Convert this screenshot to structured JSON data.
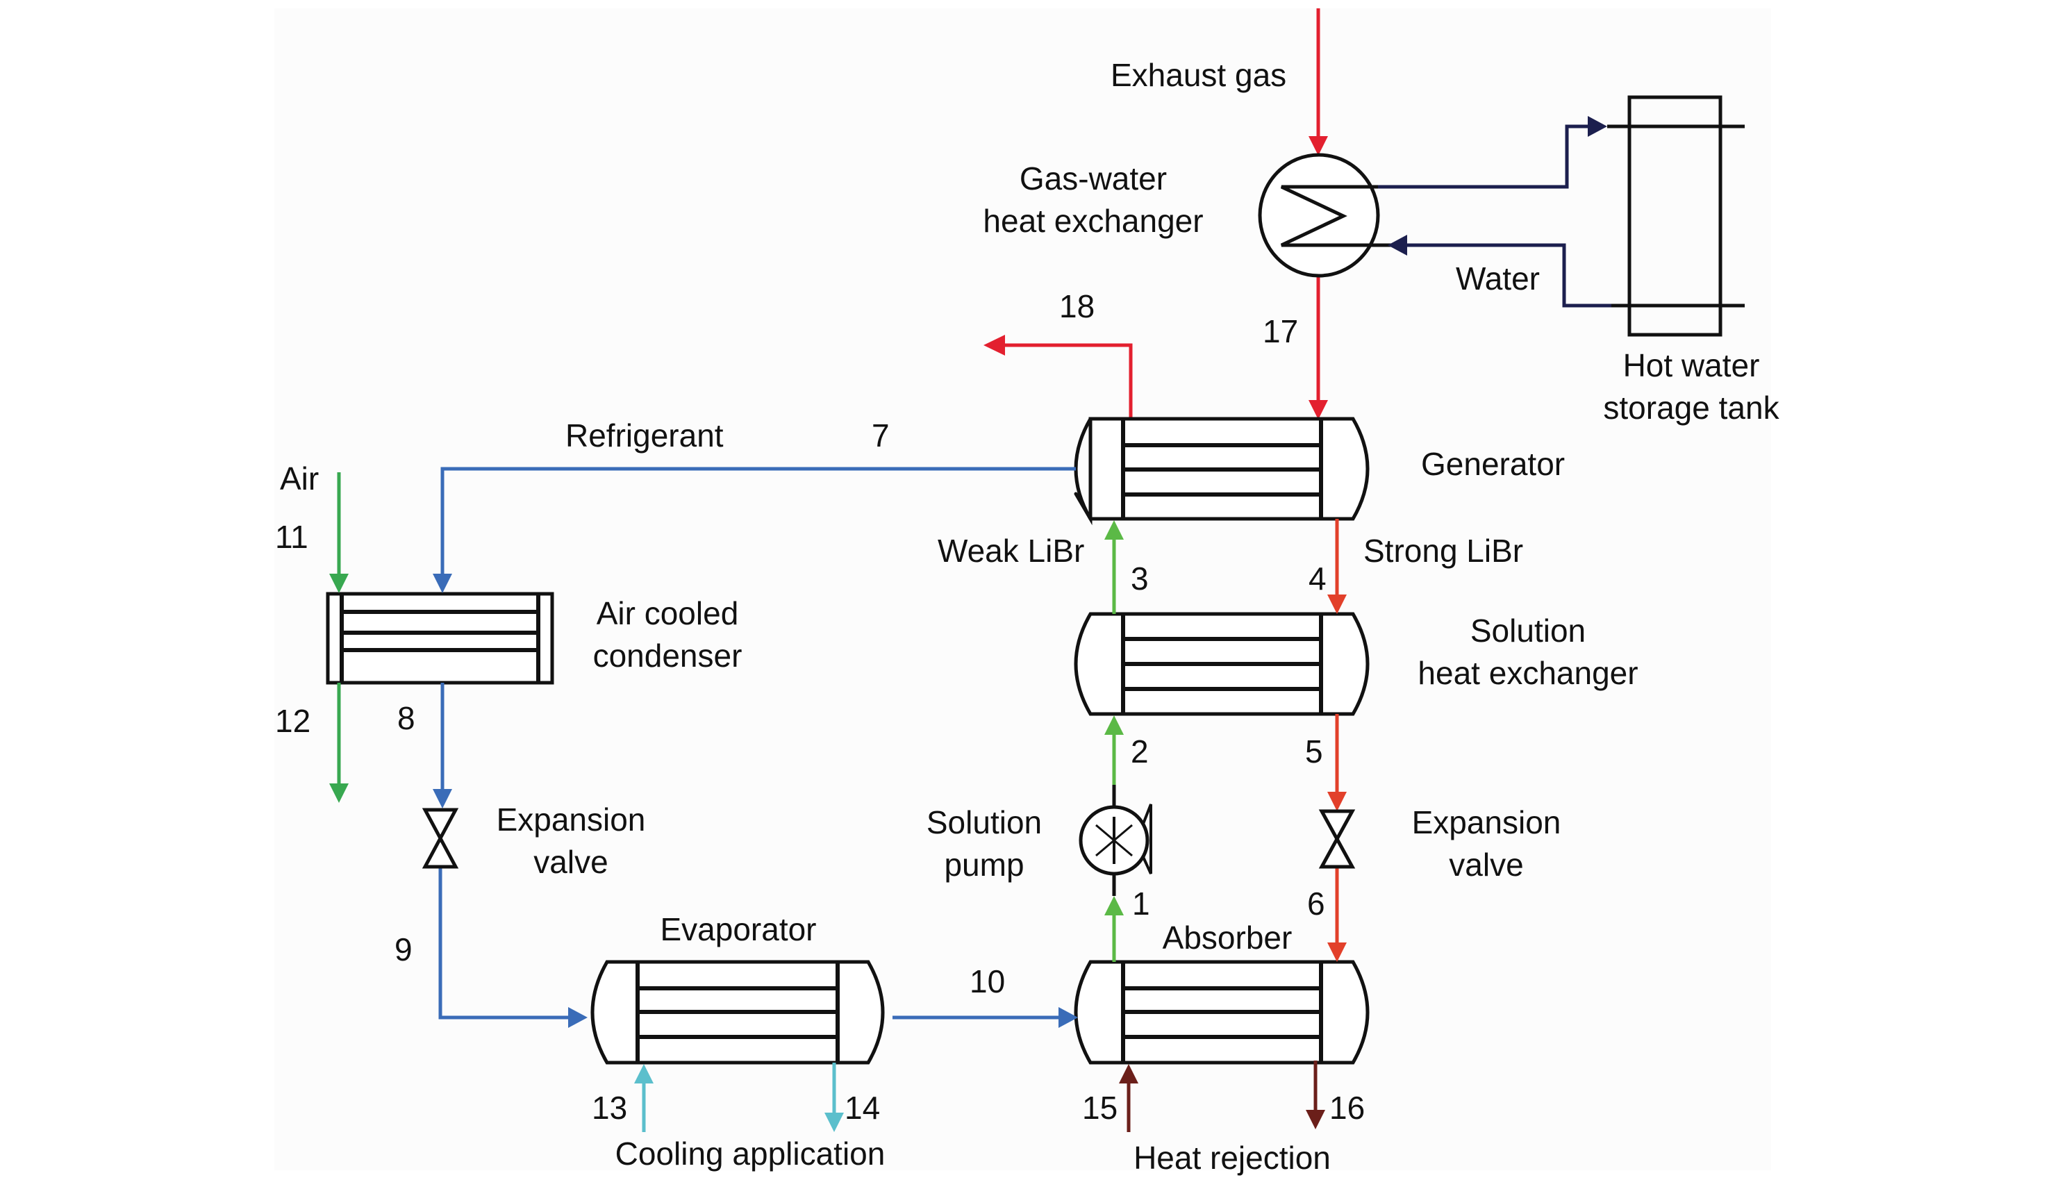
{
  "figure": {
    "title": "LiBr absorption cooling system driven by exhaust gas with hot water storage",
    "colors": {
      "exhaust_gas": "#e3202f",
      "strong_solution": "#e2402a",
      "weak_solution": "#5bb946",
      "refrigerant": "#3a6cb8",
      "air": "#38a850",
      "cooling_water": "#5bbfcc",
      "heat_rejection": "#6b1f1a",
      "hot_water": "#1c1f4e",
      "equipment": "#111111",
      "panel": "#fcfcfc"
    }
  },
  "components": {
    "gas_water_hx": {
      "line1": "Gas-water",
      "line2": "heat exchanger"
    },
    "hot_water_tank": {
      "line1": "Hot water",
      "line2": "storage tank"
    },
    "generator": {
      "label": "Generator"
    },
    "solution_hx": {
      "line1": "Solution",
      "line2": "heat exchanger"
    },
    "absorber": {
      "label": "Absorber"
    },
    "evaporator": {
      "label": "Evaporator"
    },
    "condenser": {
      "line1": "Air cooled",
      "line2": "condenser"
    },
    "solution_pump": {
      "line1": "Solution",
      "line2": "pump"
    },
    "expansion_valve_refrigerant": {
      "line1": "Expansion",
      "line2": "valve"
    },
    "expansion_valve_solution": {
      "line1": "Expansion",
      "line2": "valve"
    }
  },
  "stream_labels": {
    "exhaust_gas": "Exhaust gas",
    "water": "Water",
    "refrigerant": "Refrigerant",
    "air": "Air",
    "weak_libr": "Weak LiBr",
    "strong_libr": "Strong LiBr",
    "cooling_application": "Cooling application",
    "heat_rejection": "Heat rejection"
  },
  "state_points": [
    "1",
    "2",
    "3",
    "4",
    "5",
    "6",
    "7",
    "8",
    "9",
    "10",
    "11",
    "12",
    "13",
    "14",
    "15",
    "16",
    "17",
    "18"
  ]
}
